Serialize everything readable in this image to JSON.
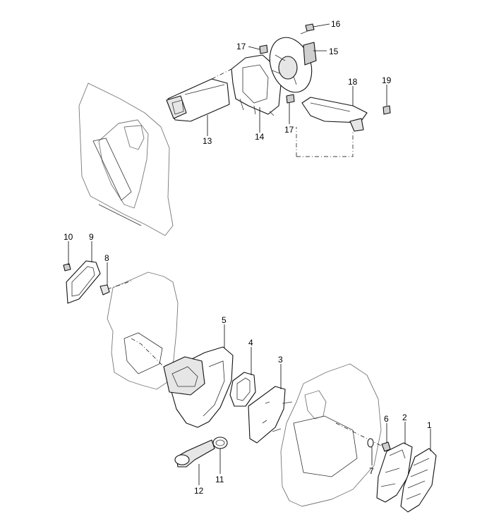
{
  "callouts": {
    "c1": "1",
    "c2": "2",
    "c3": "3",
    "c4": "4",
    "c5": "5",
    "c6": "6",
    "c7": "7",
    "c8": "8",
    "c9": "9",
    "c10": "10",
    "c11": "11",
    "c12": "12",
    "c13": "13",
    "c14": "14",
    "c15": "15",
    "c16": "16",
    "c17a": "17",
    "c17b": "17",
    "c18": "18",
    "c19": "19"
  }
}
